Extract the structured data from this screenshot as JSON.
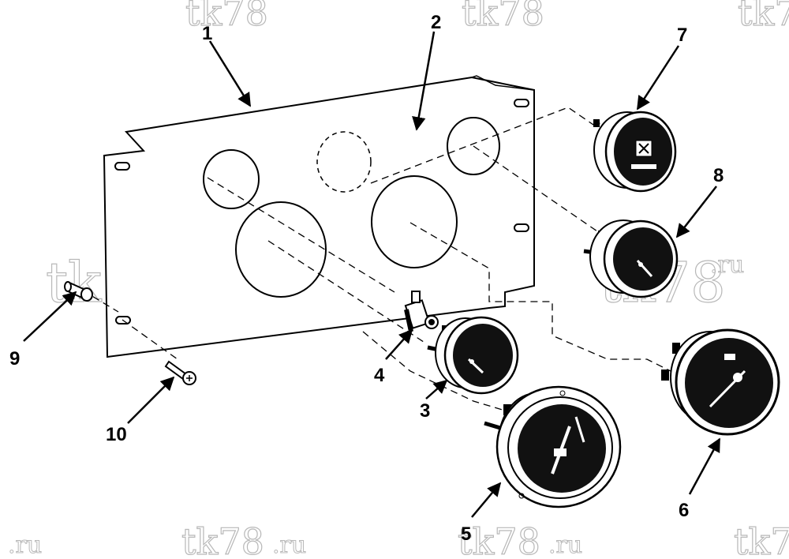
{
  "diagram": {
    "type": "exploded-parts-view",
    "callouts": [
      {
        "id": "c1",
        "label": "1"
      },
      {
        "id": "c2",
        "label": "2"
      },
      {
        "id": "c3",
        "label": "3"
      },
      {
        "id": "c4",
        "label": "4"
      },
      {
        "id": "c5",
        "label": "5"
      },
      {
        "id": "c6",
        "label": "6"
      },
      {
        "id": "c7",
        "label": "7"
      },
      {
        "id": "c8",
        "label": "8"
      },
      {
        "id": "c9",
        "label": "9"
      },
      {
        "id": "c10",
        "label": "10"
      }
    ],
    "watermark": {
      "main": "tk78",
      "suffix": ".ru"
    }
  }
}
